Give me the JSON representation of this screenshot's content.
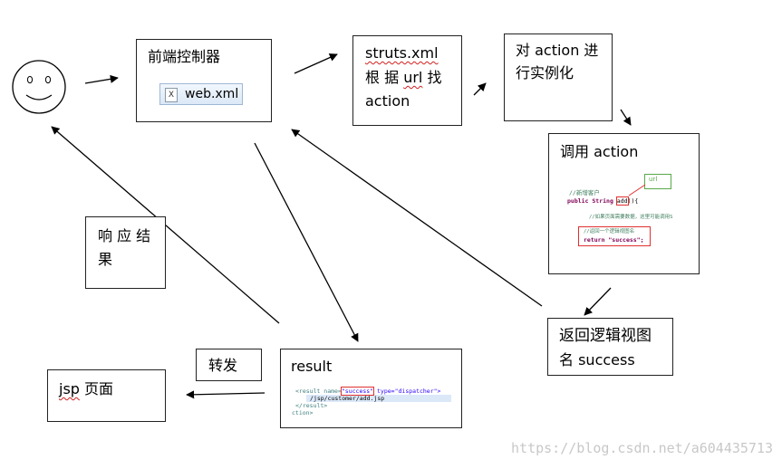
{
  "nodes": {
    "front_controller": {
      "title": "前端控制器",
      "file_chip": "web.xml"
    },
    "struts_xml": {
      "line1": "struts.xml",
      "line2_a": "根 据 ",
      "line2_b": "url",
      "line2_c": " 找",
      "line3": "action"
    },
    "instantiate": {
      "line1": "对 action 进",
      "line2": "行实例化"
    },
    "invoke": {
      "title": "调用 action",
      "code_comment": "//新增客户",
      "code_sig_a": "public String ",
      "code_sig_b": "add",
      "code_sig_c": "(){",
      "code_note1": "//如果页面需要数据，这里可能调用S",
      "code_note2": "//返回一个逻辑视图名",
      "code_return": "return \"success\";",
      "callout": "url"
    },
    "return_view": {
      "line1": "返回逻辑视图",
      "line2": "名  success"
    },
    "result": {
      "title": "result",
      "code_l1_a": "<result name=",
      "code_l1_b": "\"success\"",
      "code_l1_c": " type=\"dispatcher\">",
      "code_l2": "/jsp/customer/add.jsp",
      "code_l3": "</result>",
      "code_l4": "ction>"
    },
    "forward": {
      "label": "转发"
    },
    "jsp_page": {
      "label_a": "jsp",
      "label_b": " 页面"
    },
    "response": {
      "line1": "响 应 结",
      "line2": "果"
    }
  },
  "watermark": "https://blog.csdn.net/a604435713",
  "colors": {
    "stroke": "#000000",
    "highlight": "#e03030",
    "callout": "#5aa84a",
    "code_keyword": "#7f0055",
    "code_string": "#2a00ff",
    "code_comment": "#3f7f5f"
  }
}
